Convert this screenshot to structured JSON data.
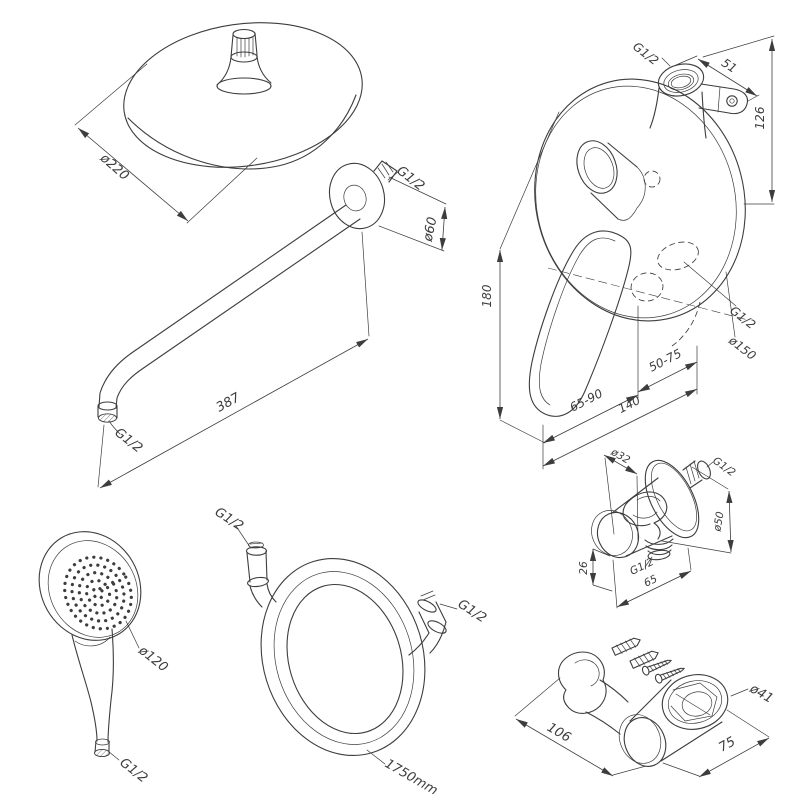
{
  "drawing": {
    "title": "shower-set-technical-drawing",
    "background": "#ffffff",
    "line_color": "#3d3d3d",
    "labels": {
      "overhead_diameter": "ø220",
      "arm_wall_thread": "G1/2",
      "arm_flange_diameter": "ø60",
      "arm_length": "387",
      "arm_outlet_thread": "G1/2",
      "mixer_top_thread": "G1/2",
      "mixer_port_width": "51",
      "mixer_upper_height": "126",
      "mixer_body_height": "180",
      "mixer_side_thread": "G1/2",
      "mixer_plate_diameter": "ø150",
      "mixer_depth_left": "65-90",
      "mixer_width": "140",
      "mixer_depth_right": "50-75",
      "outlet_hook_diameter": "ø32",
      "outlet_wall_thread": "G1/2",
      "outlet_flange_diameter": "ø50",
      "outlet_bottom_offset": "26",
      "outlet_bottom_thread": "G1/2",
      "outlet_length": "65",
      "handshower_head_diameter": "ø120",
      "handshower_thread": "G1/2",
      "hose_left_thread": "G1/2",
      "hose_right_thread": "G1/2",
      "hose_length": "1750mm",
      "holder_width": "106",
      "holder_depth": "75",
      "holder_socket_diameter": "ø41"
    }
  }
}
